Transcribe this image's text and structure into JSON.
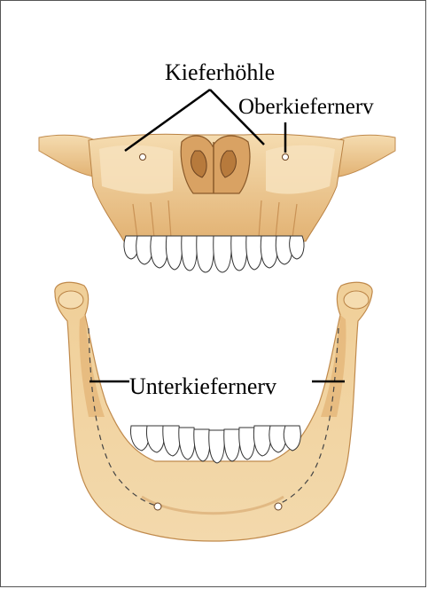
{
  "labels": {
    "maxillary_sinus": "Kieferhöhle",
    "maxillary_nerve": "Oberkiefernerv",
    "mandibular_nerve": "Unterkiefernerv"
  },
  "colors": {
    "bone_light": "#f2d7a8",
    "bone_mid": "#e4b87a",
    "bone_dark": "#c98f4f",
    "teeth": "#ffffff",
    "line": "#000000"
  }
}
